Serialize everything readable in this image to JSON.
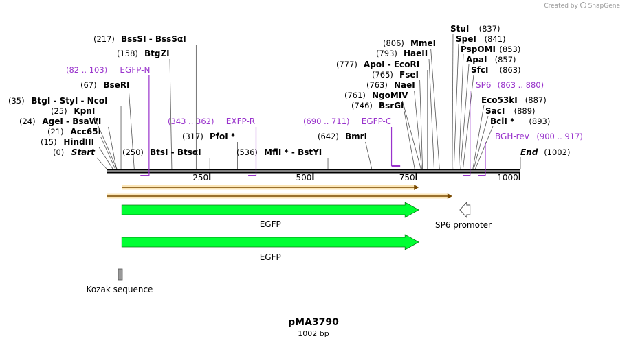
{
  "header": {
    "credit_text": "Created by",
    "brand_name": "SnapGene"
  },
  "map": {
    "plasmid_name": "pMA3790",
    "length_text": "1002 bp",
    "length_bp": 1002,
    "ticks": [
      "250",
      "500",
      "750",
      "1000"
    ],
    "tick_values": [
      250,
      500,
      750,
      1000
    ]
  },
  "sites": [
    {
      "pos": "(0)",
      "name": "Start",
      "bp": 0,
      "style": "italic-bold"
    },
    {
      "pos": "(15)",
      "name": "HindIII",
      "bp": 15
    },
    {
      "pos": "(21)",
      "name": "Acc65I",
      "bp": 21
    },
    {
      "pos": "(24)",
      "name": "AgeI  - BsaWI",
      "bp": 24
    },
    {
      "pos": "(25)",
      "name": "KpnI",
      "bp": 25
    },
    {
      "pos": "(35)",
      "name": "BtgI  - StyI  - NcoI",
      "bp": 35
    },
    {
      "pos": "(67)",
      "name": "BseRI",
      "bp": 67
    },
    {
      "pos": "(158)",
      "name": "BtgZI",
      "bp": 158
    },
    {
      "pos": "(217)",
      "name": "BssSI  - BssSαI",
      "bp": 217
    },
    {
      "pos": "(250)",
      "name": "BtsI  - BtsαI",
      "bp": 250
    },
    {
      "pos": "(317)",
      "name": "PfoI *",
      "bp": 317
    },
    {
      "pos": "(536)",
      "name": "MflI *  - BstYI",
      "bp": 536
    },
    {
      "pos": "(642)",
      "name": "BmrI",
      "bp": 642
    },
    {
      "pos": "(746)",
      "name": "BsrGI",
      "bp": 746
    },
    {
      "pos": "(761)",
      "name": "NgoMIV",
      "bp": 761
    },
    {
      "pos": "(763)",
      "name": "NaeI",
      "bp": 763
    },
    {
      "pos": "(765)",
      "name": "FseI",
      "bp": 765
    },
    {
      "pos": "(777)",
      "name": "ApoI  - EcoRI",
      "bp": 777
    },
    {
      "pos": "(793)",
      "name": "HaeII",
      "bp": 793
    },
    {
      "pos": "(806)",
      "name": "MmeI",
      "bp": 806
    },
    {
      "pos": "(837)",
      "name": "StuI",
      "bp": 837
    },
    {
      "pos": "(841)",
      "name": "SpeI",
      "bp": 841
    },
    {
      "pos": "(853)",
      "name": "PspOMI",
      "bp": 853
    },
    {
      "pos": "(857)",
      "name": "ApaI",
      "bp": 857
    },
    {
      "pos": "(863)",
      "name": "SfcI",
      "bp": 863
    },
    {
      "pos": "(887)",
      "name": "Eco53kI",
      "bp": 887
    },
    {
      "pos": "(889)",
      "name": "SacI",
      "bp": 889
    },
    {
      "pos": "(893)",
      "name": "BclI *",
      "bp": 893
    },
    {
      "pos": "(1002)",
      "name": "End",
      "bp": 1002,
      "style": "italic-bold"
    }
  ],
  "primers": [
    {
      "range": "(82 .. 103)",
      "name": "EGFP-N",
      "start": 82,
      "end": 103,
      "strand": "rev"
    },
    {
      "range": "(343 .. 362)",
      "name": "EXFP-R",
      "start": 343,
      "end": 362,
      "strand": "rev"
    },
    {
      "range": "(690 .. 711)",
      "name": "EGFP-C",
      "start": 690,
      "end": 711,
      "strand": "fwd"
    },
    {
      "range": "(863 .. 880)",
      "name": "SP6",
      "start": 863,
      "end": 880,
      "strand": "rev"
    },
    {
      "range": "(900 .. 917)",
      "name": "BGH-rev",
      "start": 900,
      "end": 917,
      "strand": "rev"
    }
  ],
  "features": [
    {
      "name": "EGFP",
      "start": 37,
      "end": 756,
      "type": "cds-arrow",
      "color": "#00ff33"
    },
    {
      "name": "EGFP",
      "start": 37,
      "end": 756,
      "type": "cds-arrow",
      "color": "#00ff33"
    },
    {
      "name": "SP6 promoter",
      "start": 862,
      "end": 880,
      "type": "promoter",
      "color": "#ffffff"
    },
    {
      "name": "Kozak sequence",
      "start": 28,
      "end": 38,
      "type": "box",
      "color": "#999999"
    }
  ],
  "orfs": [
    {
      "start": 37,
      "end": 756,
      "color": "#f5a623"
    },
    {
      "start": 0,
      "end": 837,
      "color": "#f5a623"
    }
  ],
  "colors": {
    "primer": "#9933cc",
    "backbone": "#000000",
    "orf": "#f5a623",
    "cds": "#00ff33"
  }
}
